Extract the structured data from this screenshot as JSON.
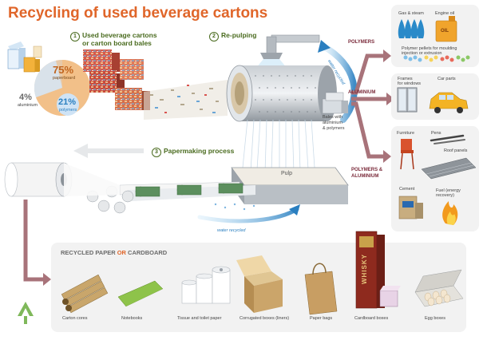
{
  "title": "Recycling of used beverage cartons",
  "steps": {
    "s1_num": "1",
    "s1_line1": "Used beverage cartons",
    "s1_line2": "or carton board bales",
    "s2_num": "2",
    "s2_label": "Re-pulping",
    "s3_num": "3",
    "s3_label": "Papermaking process"
  },
  "composition": {
    "paperboard_pct": "75%",
    "paperboard_label": "paperboard",
    "aluminium_pct": "4%",
    "aluminium_label": "aluminium",
    "polymers_pct": "21%",
    "polymers_label": "polymers"
  },
  "labels": {
    "water_recycled_top": "water recycled",
    "bales_l1": "Bales with",
    "bales_l2": "aluminium",
    "bales_l3": "& polymers",
    "pulp": "Pulp",
    "water_recycled_bottom": "water recycled"
  },
  "outputs": {
    "polymers": "POLYMERS",
    "aluminium": "ALUMINIUM",
    "polymers_aluminium_l1": "POLYMERS &",
    "polymers_aluminium_l2": "ALUMINIUM"
  },
  "right_panel": {
    "gas_steam": "Gas & steam",
    "engine_oil": "Engine oil",
    "oil_can_text": "OIL",
    "pellets_l1": "Polymer pellets for moulding",
    "pellets_l2": "injection or extrusion",
    "frames_l1": "Frames",
    "frames_l2": "for windows",
    "car_parts": "Car parts",
    "furniture": "Furniture",
    "pens": "Pens",
    "roof_panels": "Roof panels",
    "cement": "Cement",
    "fuel_l1": "Fuel (energy",
    "fuel_l2": "recovery)"
  },
  "recycled": {
    "heading_a": "RECYCLED PAPER",
    "heading_or": " OR ",
    "heading_b": "CARDBOARD",
    "items": [
      "Carton cores",
      "Notebooks",
      "Tissue and toilet paper",
      "Corrugated boxes (liners)",
      "Paper bags",
      "Cardboard boxes",
      "Egg boxes"
    ],
    "whisky_text": "WHISKY"
  },
  "colors": {
    "title": "#e0662a",
    "green": "#4a6b1f",
    "maroon": "#7a2a3a",
    "blue": "#2a7fc0",
    "arrow": "#a8737a"
  }
}
